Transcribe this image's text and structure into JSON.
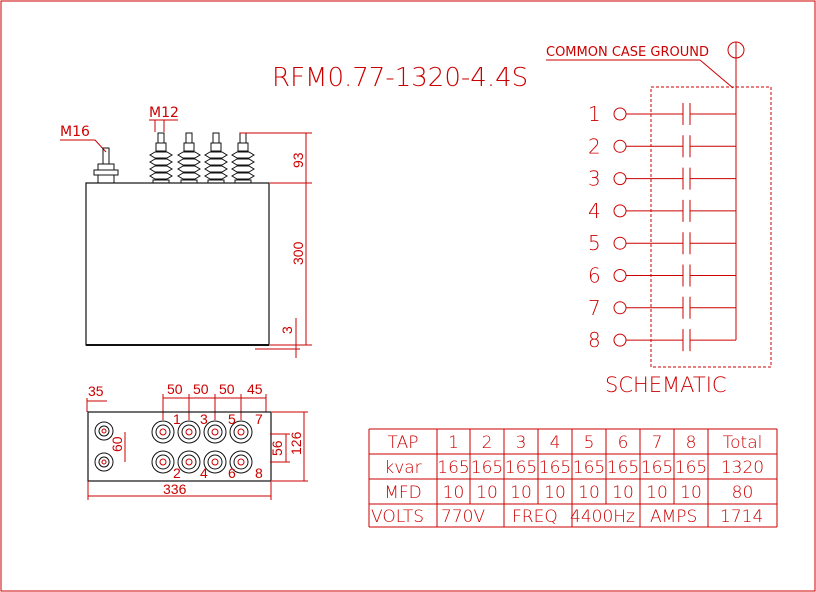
{
  "title": "RFM0.77-1320-4.4S",
  "labels": {
    "m16": "M16",
    "m12": "M12",
    "common_case_ground": "COMMON  CASE GROUND",
    "schematic": "SCHEMATIC"
  },
  "dimensions": {
    "h93": "93",
    "h300": "300",
    "h3": "3",
    "w35": "35",
    "w50a": "50",
    "w50b": "50",
    "w50c": "50",
    "w45": "45",
    "h60": "60",
    "h56": "56",
    "h126": "126",
    "w336": "336"
  },
  "bottom_terminal_numbers": {
    "top": [
      "1",
      "3",
      "5",
      "7"
    ],
    "bottom": [
      "2",
      "4",
      "6",
      "8"
    ]
  },
  "schematic_taps": [
    "1",
    "2",
    "3",
    "4",
    "5",
    "6",
    "7",
    "8"
  ],
  "spec_table": {
    "tap_row": [
      "TAP",
      "1",
      "2",
      "3",
      "4",
      "5",
      "6",
      "7",
      "8",
      "Total"
    ],
    "kvar_row": [
      "kvar",
      "165",
      "165",
      "165",
      "165",
      "165",
      "165",
      "165",
      "165",
      "1320"
    ],
    "mfd_row": [
      "MFD",
      "10",
      "10",
      "10",
      "10",
      "10",
      "10",
      "10",
      "10",
      "80"
    ],
    "volts_label": "VOLTS",
    "volts_value": "770V",
    "freq_label": "FREQ",
    "freq_value": "4400Hz",
    "amps_label": "AMPS",
    "amps_value": "1714"
  },
  "colors": {
    "line": "#cc0000",
    "frame": "#cc0000",
    "body": "#000000",
    "insulator": "#000000",
    "dashed": "#cc0000"
  }
}
